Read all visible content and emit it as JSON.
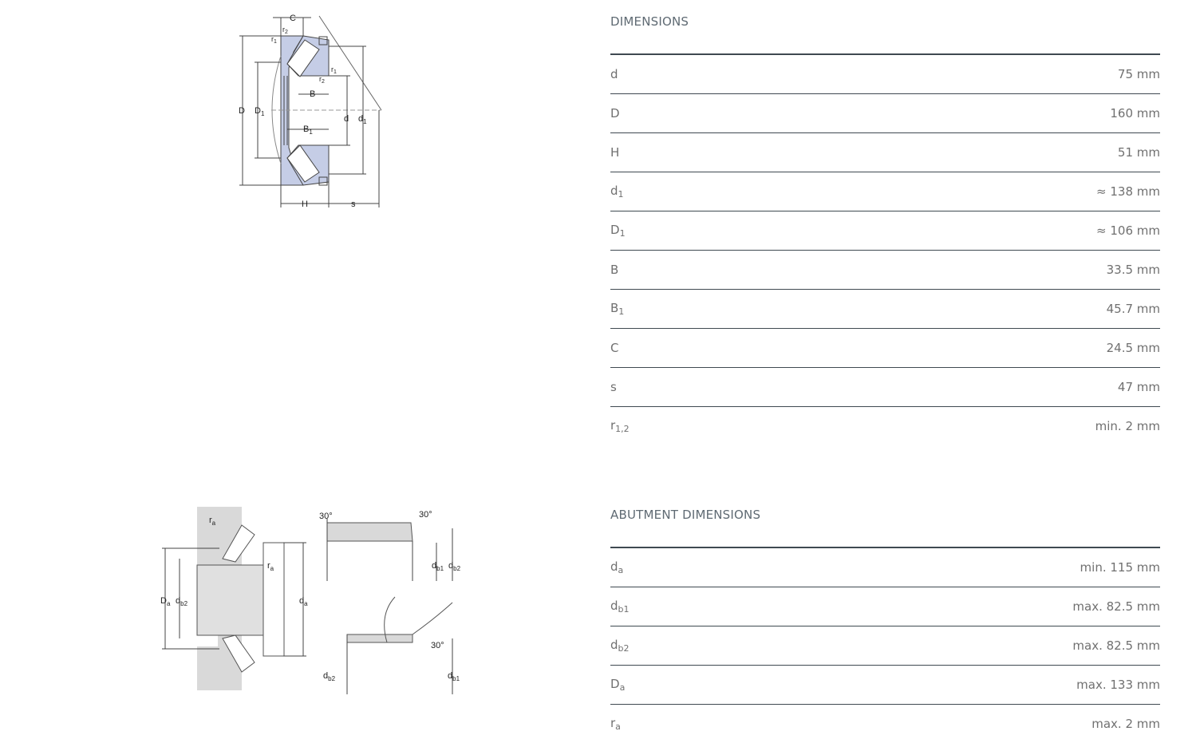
{
  "dimensions": {
    "title": "DIMENSIONS",
    "rows": [
      {
        "sym": "d",
        "sub": "",
        "value": "75 mm"
      },
      {
        "sym": "D",
        "sub": "",
        "value": "160 mm"
      },
      {
        "sym": "H",
        "sub": "",
        "value": "51 mm"
      },
      {
        "sym": "d",
        "sub": "1",
        "value": "≈ 138 mm"
      },
      {
        "sym": "D",
        "sub": "1",
        "value": "≈ 106 mm"
      },
      {
        "sym": "B",
        "sub": "",
        "value": "33.5 mm"
      },
      {
        "sym": "B",
        "sub": "1",
        "value": "45.7 mm"
      },
      {
        "sym": "C",
        "sub": "",
        "value": "24.5 mm"
      },
      {
        "sym": "s",
        "sub": "",
        "value": "47 mm"
      },
      {
        "sym": "r",
        "sub": "1,2",
        "value": "min. 2 mm"
      }
    ]
  },
  "abutment": {
    "title": "ABUTMENT DIMENSIONS",
    "rows": [
      {
        "sym": "d",
        "sub": "a",
        "value": "min. 115 mm"
      },
      {
        "sym": "d",
        "sub": "b1",
        "value": "max. 82.5 mm"
      },
      {
        "sym": "d",
        "sub": "b2",
        "value": "max. 82.5 mm"
      },
      {
        "sym": "D",
        "sub": "a",
        "value": "max. 133 mm"
      },
      {
        "sym": "r",
        "sub": "a",
        "value": "max. 2 mm"
      }
    ]
  },
  "bearing_drawing": {
    "labels": {
      "C": "C",
      "r1": "r",
      "r2": "r",
      "D": "D",
      "D1": "D",
      "B": "B",
      "B1": "B",
      "d": "d",
      "d1": "d",
      "H": "H",
      "s": "s"
    },
    "subs": {
      "one": "1",
      "two": "2"
    }
  },
  "abutment_drawing": {
    "labels": {
      "ra": "r",
      "Da": "D",
      "db2": "d",
      "da": "d",
      "db1": "d",
      "angle": "30°"
    },
    "subs": {
      "a": "a",
      "b1": "b1",
      "b2": "b2"
    }
  },
  "colors": {
    "accent_fill": "#c5cde6",
    "abutment_fill": "#d9d9d9",
    "rule": "#3f4951"
  }
}
